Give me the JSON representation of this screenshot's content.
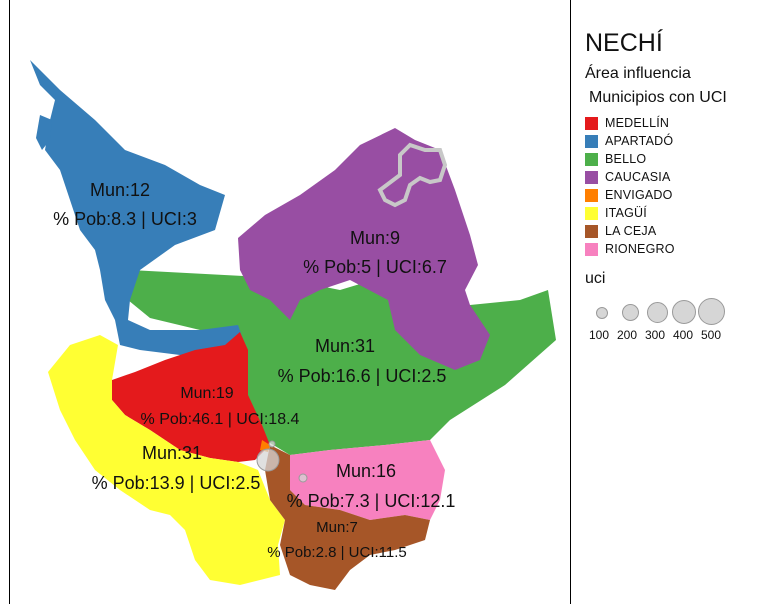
{
  "legend": {
    "title": "NECHÍ",
    "subtitle": "Área influencia",
    "category_title": "Municipios con UCI",
    "items": [
      {
        "label": "MEDELLÍN",
        "color": "#e41a1c"
      },
      {
        "label": "APARTADÓ",
        "color": "#377eb8"
      },
      {
        "label": "BELLO",
        "color": "#4daf4a"
      },
      {
        "label": "CAUCASIA",
        "color": "#984ea3"
      },
      {
        "label": "ENVIGADO",
        "color": "#ff7f00"
      },
      {
        "label": "ITAGÜÍ",
        "color": "#ffff33"
      },
      {
        "label": "LA CEJA",
        "color": "#a65628"
      },
      {
        "label": "RIONEGRO",
        "color": "#f781bf"
      }
    ],
    "size_title": "uci",
    "size_values": [
      "100",
      "200",
      "300",
      "400",
      "500"
    ]
  },
  "regions": [
    {
      "name": "APARTADÓ",
      "color": "#377eb8",
      "label_mun": "Mun:12",
      "label_stats": "% Pob:8.3 | UCI:3"
    },
    {
      "name": "CAUCASIA",
      "color": "#984ea3",
      "label_mun": "Mun:9",
      "label_stats": "% Pob:5 | UCI:6.7"
    },
    {
      "name": "BELLO",
      "color": "#4daf4a",
      "label_mun": "Mun:31",
      "label_stats": "% Pob:16.6 | UCI:2.5"
    },
    {
      "name": "MEDELLÍN",
      "color": "#e41a1c",
      "label_mun": "Mun:19",
      "label_stats": "% Pob:46.1 | UCI:18.4"
    },
    {
      "name": "ITAGÜÍ",
      "color": "#ffff33",
      "label_mun": "Mun:31",
      "label_stats": "% Pob:13.9 | UCI:2.5"
    },
    {
      "name": "RIONEGRO",
      "color": "#f781bf",
      "label_mun": "Mun:16",
      "label_stats": "% Pob:7.3 | UCI:12.1"
    },
    {
      "name": "LA CEJA",
      "color": "#a65628",
      "label_mun": "Mun:7",
      "label_stats": "% Pob:2.8 | UCI:11.5"
    }
  ]
}
